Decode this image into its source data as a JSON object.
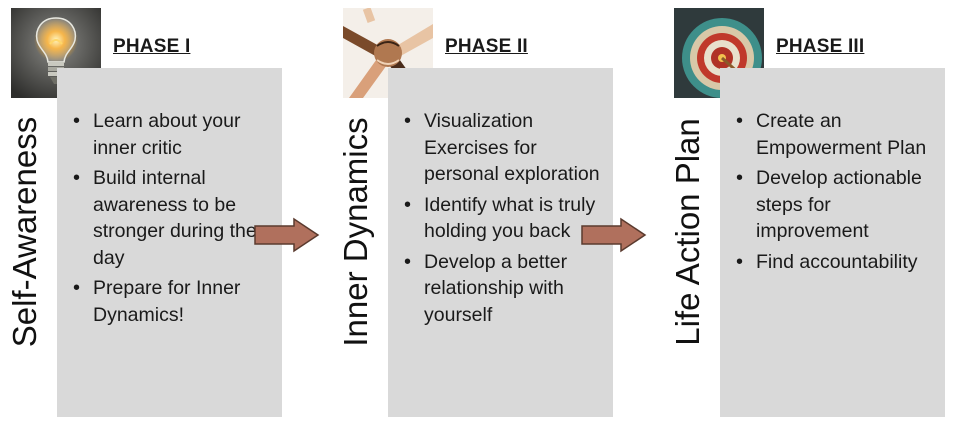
{
  "phases": [
    {
      "label": "PHASE I",
      "title": "Self-Awareness",
      "image": "lightbulb-icon",
      "items": [
        "Learn about your inner critic",
        "Build internal awareness to be stronger during the day",
        "Prepare for Inner Dynamics!"
      ]
    },
    {
      "label": "PHASE II",
      "title": "Inner Dynamics",
      "image": "joined-hands-icon",
      "items": [
        "Visualization Exercises for personal exploration",
        "Identify what is truly holding you back",
        "Develop a better relationship with yourself"
      ]
    },
    {
      "label": "PHASE III",
      "title": "Life Action Plan",
      "image": "target-arrow-icon",
      "items": [
        "Create an Empowerment Plan",
        "Develop actionable steps for improvement",
        "Find accountability"
      ]
    }
  ],
  "arrows": [
    "right-arrow-icon",
    "right-arrow-icon"
  ],
  "colors": {
    "box": "#d9d9d9",
    "arrow": "#b0705d",
    "arrow_stroke": "#5a3a2e",
    "text": "#1a1a1a"
  }
}
